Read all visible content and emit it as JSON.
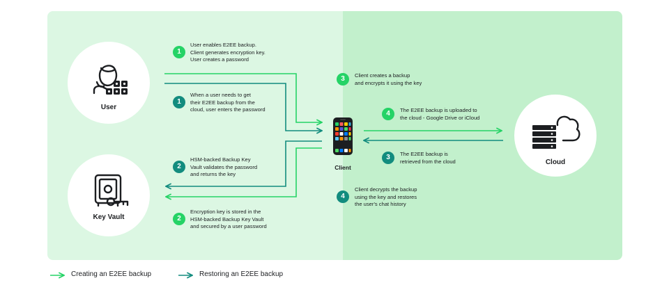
{
  "nodes": {
    "user": "User",
    "key_vault": "Key Vault",
    "client": "Client",
    "cloud": "Cloud"
  },
  "steps": [
    {
      "number": "1",
      "kind": "create",
      "text": "User enables E2EE backup.\nClient generates encryption key.\nUser creates a password"
    },
    {
      "number": "1",
      "kind": "restore",
      "text": "When a user needs to get\ntheir E2EE backup from the\ncloud, user enters the password"
    },
    {
      "number": "2",
      "kind": "restore",
      "text": "HSM-backed Backup Key\nVault validates the password\nand returns the key"
    },
    {
      "number": "2",
      "kind": "create",
      "text": "Encryption key is stored in the\nHSM-backed Backup Key Vault\nand secured by a user password"
    },
    {
      "number": "3",
      "kind": "create",
      "text": "Client creates a backup\nand encrypts it using the key"
    },
    {
      "number": "4",
      "kind": "create",
      "text": "The E2EE backup is uploaded to\nthe cloud - Google Drive or iCloud"
    },
    {
      "number": "3",
      "kind": "restore",
      "text": "The E2EE backup is\nretrieved from the cloud"
    },
    {
      "number": "4",
      "kind": "restore",
      "text": "Client decrypts the backup\nusing the key and restores\nthe user's chat history"
    }
  ],
  "legend": {
    "create": "Creating an E2EE backup",
    "restore": "Restoring an E2EE backup"
  },
  "colors": {
    "create": "#25d366",
    "restore": "#128c7e",
    "panel_left": "#dcf7e3",
    "panel_right": "#c2f0cc"
  },
  "icons": {
    "user": "person-with-keypad-icon",
    "key_vault": "safe-with-key-icon",
    "client": "smartphone-icon",
    "cloud": "server-cloud-icon"
  }
}
